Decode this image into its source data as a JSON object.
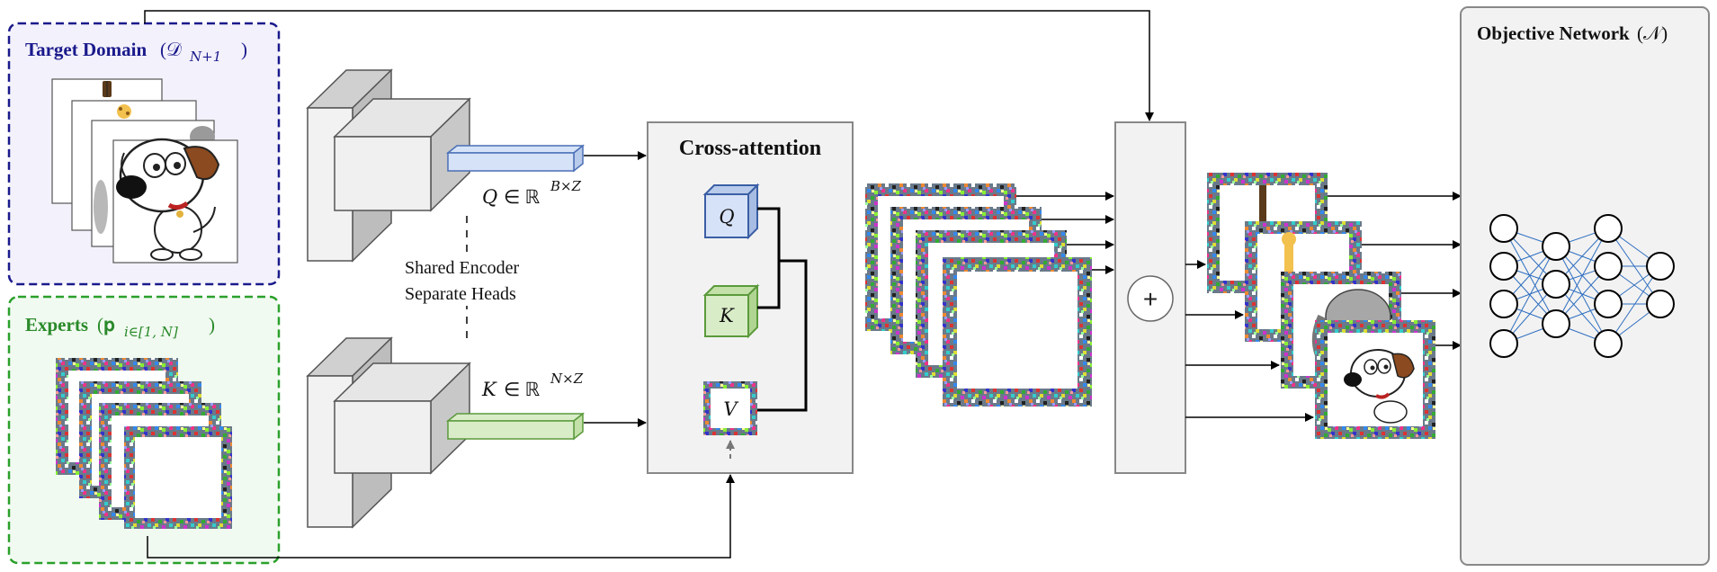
{
  "target_domain": {
    "title": "Target Domain",
    "symbol": "(𝒟",
    "subscript": "N+1",
    "close": ")"
  },
  "experts": {
    "title": "Experts",
    "symbol": "(𝐩",
    "subscript": "i∈[1, N]",
    "close": ")"
  },
  "encoder_note": {
    "line1": "Shared Encoder",
    "line2": "Separate Heads"
  },
  "query": {
    "var": "Q",
    "rel": "∈ ℝ",
    "sup": "B×Z"
  },
  "key": {
    "var": "K",
    "rel": "∈ ℝ",
    "sup": "N×Z"
  },
  "cross_attention": {
    "title": "Cross-attention",
    "q": "Q",
    "k": "K",
    "v": "V"
  },
  "combine": {
    "symbol": "+"
  },
  "objective": {
    "title": "Objective Network",
    "symbol": "(𝒩)"
  },
  "colors": {
    "target_border": "#1a1a8c",
    "target_fill": "#f3f1fb",
    "target_text": "#1a1a8c",
    "experts_border": "#2aa02a",
    "experts_fill": "#f1faf1",
    "experts_text": "#2a8a2a",
    "query_fill": "#d6e2f7",
    "query_stroke": "#4a6fb5",
    "key_fill": "#d9ecc8",
    "key_stroke": "#5b9a3c",
    "panel_fill": "#f2f2f2",
    "panel_stroke": "#888888",
    "nn_edge": "#2f6fc0"
  },
  "icons": [
    "dog-image",
    "guitar-image",
    "giraffe-image",
    "elephant-image",
    "noise-patch",
    "neural-network"
  ]
}
